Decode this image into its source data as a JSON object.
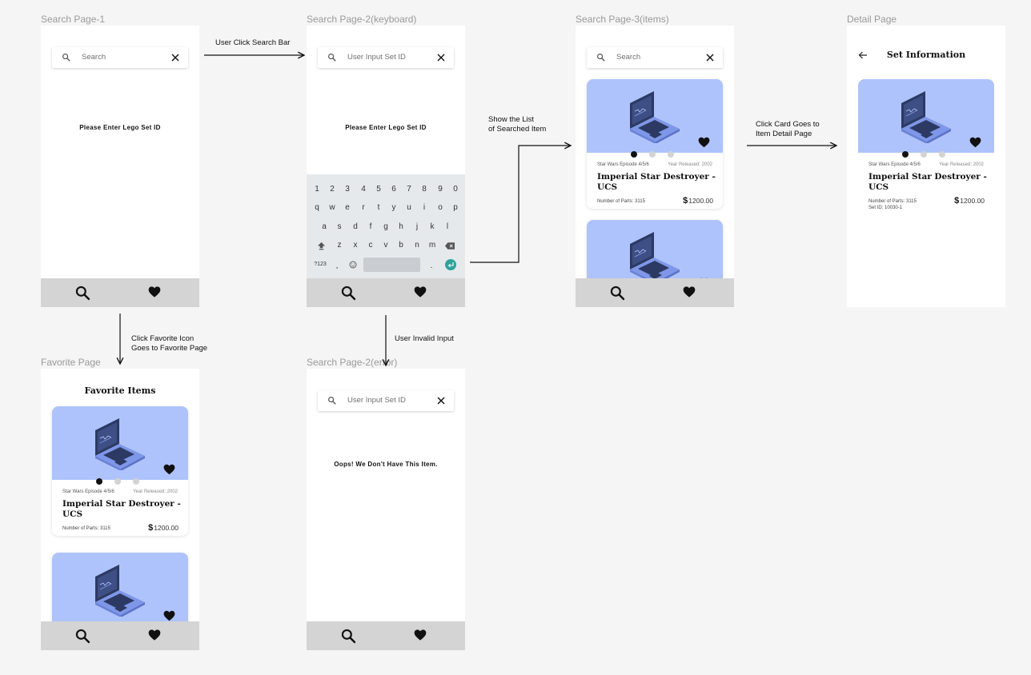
{
  "frames": {
    "search1": {
      "label": "Search Page-1",
      "search_placeholder": "Search",
      "message": "Please Enter Lego Set ID"
    },
    "search2_keyboard": {
      "label": "Search Page-2(keyboard)",
      "search_placeholder": "User Input Set ID",
      "message": "Please Enter Lego Set ID",
      "keyboard": {
        "row1": [
          "1",
          "2",
          "3",
          "4",
          "5",
          "6",
          "7",
          "8",
          "9",
          "0"
        ],
        "row2": [
          "q",
          "w",
          "e",
          "r",
          "t",
          "y",
          "u",
          "i",
          "o",
          "p"
        ],
        "row3": [
          "a",
          "s",
          "d",
          "f",
          "g",
          "h",
          "j",
          "k",
          "l"
        ],
        "row4": [
          "z",
          "x",
          "c",
          "v",
          "b",
          "n",
          "m"
        ],
        "symbols_key": "?123",
        "comma_key": ",",
        "period_key": "."
      }
    },
    "search3_items": {
      "label": "Search Page-3(items)",
      "search_placeholder": "Search"
    },
    "detail": {
      "label": "Detail Page",
      "heading": "Set Information",
      "set_id": "Set ID: 10030-1"
    },
    "favorite": {
      "label": "Favorite Page",
      "heading": "Favorite Items"
    },
    "search2_error": {
      "label": "Search Page-2(error)",
      "search_placeholder": "User Input Set ID",
      "message": "Oops! We Don't Have This Item."
    }
  },
  "item_card": {
    "theme": "Star Wars Episode 4/5/6",
    "year": "Year Released: 2002",
    "title": "Imperial Star Destroyer - UCS",
    "parts": "Number of Parts:  3115",
    "currency": "$",
    "price": "1200.00"
  },
  "annotations": {
    "click_search_bar": "User Click Search Bar",
    "show_list_line1": "Show the List",
    "show_list_line2": "of Searched Item",
    "click_card_line1": "Click Card Goes to",
    "click_card_line2": "Item Detail Page",
    "click_favorite_line1": "Click Favorite Icon",
    "click_favorite_line2": "Goes to Favorite Page",
    "invalid_input": "User Invalid Input"
  },
  "icons": [
    "search-icon",
    "close-icon",
    "heart-icon",
    "back-arrow-icon",
    "laptop-illustration",
    "shift-key-icon",
    "backspace-key-icon",
    "emoji-key-icon",
    "enter-key-icon"
  ],
  "colors": {
    "card_image_bg": "#aec3fb",
    "navbar_bg": "#d4d4d4",
    "keyboard_bg": "#e6e9ec",
    "enter_key": "#2fa39a",
    "canvas_bg": "#f5f5f5"
  }
}
